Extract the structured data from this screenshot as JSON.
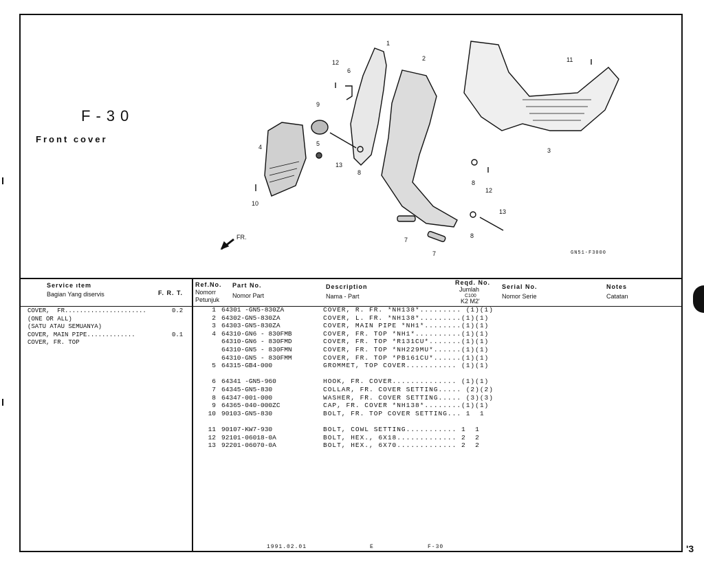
{
  "header": {
    "section_code": "F-30",
    "section_title": "Front cover"
  },
  "diagram": {
    "code": "GN51-F3000",
    "callouts": [
      "1",
      "2",
      "3",
      "4",
      "5",
      "6",
      "7",
      "7",
      "8",
      "8",
      "8",
      "9",
      "10",
      "11",
      "12",
      "12",
      "13",
      "13"
    ]
  },
  "table_headers": {
    "service_item": "Service  ıtem",
    "service_item_id": "Bagian Yang diservis",
    "frt": "F. R. T.",
    "ref_no": "Ref.No.",
    "ref_no_id_1": "Nomorr",
    "ref_no_id_2": "Petunjuk",
    "part_no": "Part  No.",
    "part_no_id": "Nomor Part",
    "description": "Description",
    "description_id": "Nama - Part",
    "reqd_no": "Reqd. No.",
    "reqd_no_id": "Jumlah",
    "reqd_sub": "C100",
    "reqd_models": "K2 M2'",
    "serial_no": "Serial  No.",
    "serial_no_id": "Nomor Serie",
    "notes": "Notes",
    "notes_id": "Catatan"
  },
  "service_items": [
    {
      "text": "COVER,  FR......................",
      "frt": "0.2"
    },
    {
      "text": "(ONE OR ALL)",
      "frt": ""
    },
    {
      "text": "(SATU ATAU SEMUANYA)",
      "frt": ""
    },
    {
      "text": "COVER, MAIN PIPE.............",
      "frt": "0.1"
    },
    {
      "text": "COVER, FR. TOP",
      "frt": ""
    }
  ],
  "parts": [
    {
      "ref": "1",
      "part": "64301 -GN5-830ZA",
      "desc": "COVER, R. FR. *NH138*......... (1)(1)"
    },
    {
      "ref": "2",
      "part": "64302-GN5-830ZA",
      "desc": "COVER, L. FR. *NH138*.........(1)(1)"
    },
    {
      "ref": "3",
      "part": "64303-GN5-830ZA",
      "desc": "COVER, MAIN PIPE *NH1*........(1)(1)"
    },
    {
      "ref": "4",
      "part": "64310-GN6 - 830FMB",
      "desc": "COVER, FR. TOP *NH1*..........(1)(1)"
    },
    {
      "ref": "",
      "part": "64310-GN6 - 830FMD",
      "desc": "COVER, FR. TOP *R131CU*.......(1)(1)"
    },
    {
      "ref": "",
      "part": "64310-GN5 - 830FMN",
      "desc": "COVER, FR. TOP *NH229MU*......(1)(1)"
    },
    {
      "ref": "",
      "part": "64310-GN5 - 830FMM",
      "desc": "COVER, FR. TOP *PB161CU*......(1)(1)"
    },
    {
      "ref": "5",
      "part": "64315-GB4-000",
      "desc": "GROMMET, TOP COVER........... (1)(1)"
    },
    {
      "ref": "",
      "part": "",
      "desc": ""
    },
    {
      "ref": "6",
      "part": "64341 -GN5-960",
      "desc": "HOOK, FR. COVER.............. (1)(1)"
    },
    {
      "ref": "7",
      "part": "64345-GN5-830",
      "desc": "COLLAR, FR. COVER SETTING..... (2)(2)"
    },
    {
      "ref": "8",
      "part": "64347-001-000",
      "desc": "WASHER, FR. COVER SETTING..... (3)(3)"
    },
    {
      "ref": "9",
      "part": "64365-040-000ZC",
      "desc": "CAP, FR. COVER *NH138*........(1)(1)"
    },
    {
      "ref": "10",
      "part": "90103-GN5-830",
      "desc": "BOLT, FR. TOP COVER SETTING... 1  1"
    },
    {
      "ref": "",
      "part": "",
      "desc": ""
    },
    {
      "ref": "11",
      "part": "90107-KW7-930",
      "desc": "BOLT, COWL SETTING........... 1  1"
    },
    {
      "ref": "12",
      "part": "92101-06018-0A",
      "desc": "BOLT, HEX., 6X18............. 2  2"
    },
    {
      "ref": "13",
      "part": "92201-06070-0A",
      "desc": "BOLT, HEX., 6X70............. 2  2"
    }
  ],
  "footer": {
    "date": "1991.02.01",
    "edition": "E",
    "page": "F-30"
  },
  "margin_marks": {
    "page_corner": "'3"
  }
}
